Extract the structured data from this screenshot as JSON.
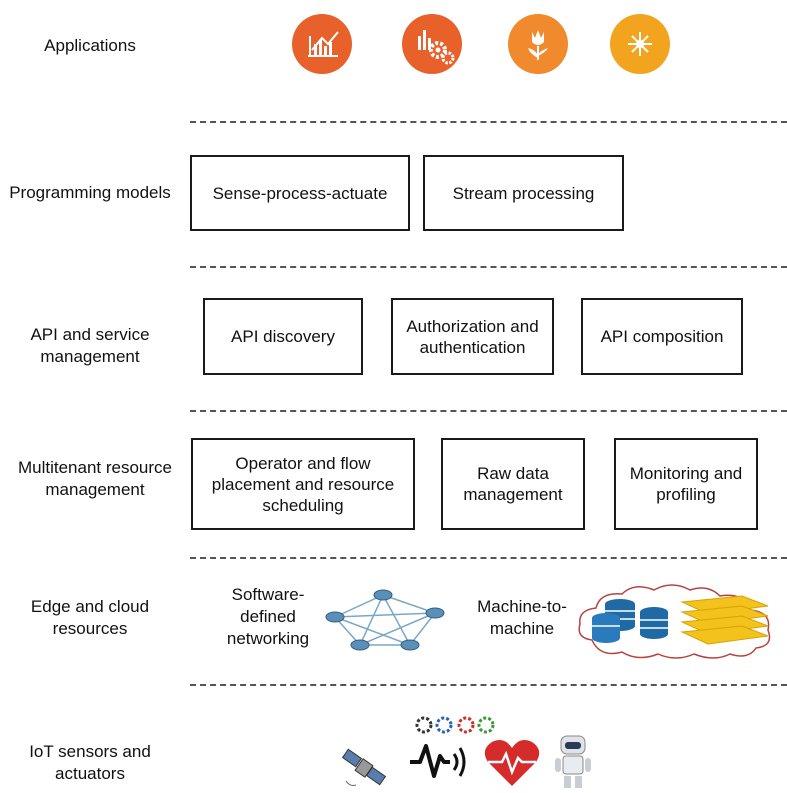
{
  "layers": [
    {
      "label": "Applications"
    },
    {
      "label": "Programming models"
    },
    {
      "label": "API and service management"
    },
    {
      "label": "Multitenant resource management"
    },
    {
      "label": "Edge and cloud resources"
    },
    {
      "label": "IoT sensors and actuators"
    }
  ],
  "applications": {
    "icons": [
      {
        "name": "analytics-chart-icon",
        "color": "#e8612a"
      },
      {
        "name": "settings-gears-icon",
        "color": "#e8612a"
      },
      {
        "name": "tulip-icon",
        "color": "#f08a2c"
      },
      {
        "name": "snowflake-network-icon",
        "color": "#f2a41f"
      }
    ]
  },
  "programming_models": [
    "Sense-process-actuate",
    "Stream processing"
  ],
  "api_management": [
    "API discovery",
    "Authorization and authentication",
    "API composition"
  ],
  "resource_management": [
    "Operator and flow placement and resource scheduling",
    "Raw data management",
    "Monitoring and profiling"
  ],
  "edge_cloud": {
    "sdn_label": "Software-defined networking",
    "m2m_label": "Machine-to-machine"
  },
  "iot": {
    "icons": [
      "satellite-icon",
      "wireless-signal-icon",
      "heart-rate-icon",
      "robot-icon",
      "gear-cluster-icon"
    ]
  },
  "colors": {
    "app_orange": "#e8612a",
    "db_blue": "#1f6aa5",
    "stack_yellow": "#f4c21c",
    "cloud_red": "#b5443f"
  }
}
